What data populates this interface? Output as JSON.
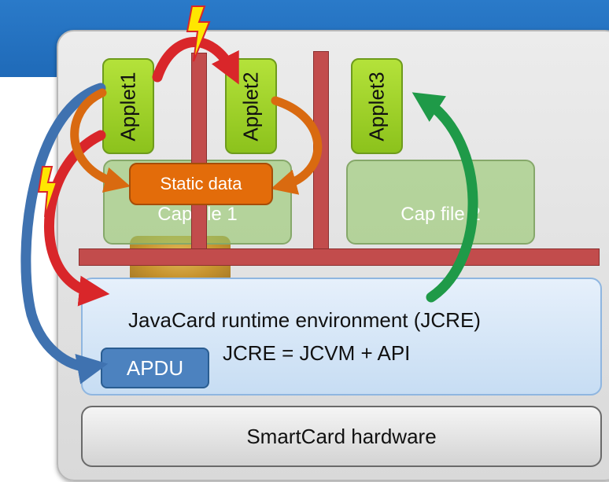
{
  "applets": [
    "Applet1",
    "Applet2",
    "Applet3"
  ],
  "cap_files": [
    "Cap file 1",
    "Cap file 2"
  ],
  "static_data": "Static data",
  "jcre": {
    "title": "JavaCard runtime environment (JCRE)",
    "formula": "JCRE = JCVM + API"
  },
  "apdu": "APDU",
  "hardware": "SmartCard hardware",
  "colors": {
    "banner": "#1f6ab8",
    "applet": "#9bd12a",
    "firewall": "#c24c4c",
    "static_data": "#e36c0a",
    "apdu": "#4c82bf",
    "arrow_red": "#d9262a",
    "arrow_orange": "#d96a10",
    "arrow_blue": "#3f72b0",
    "arrow_green": "#1f9a48",
    "lightning": "#ffe600"
  },
  "icons": [
    "lightning-icon",
    "lightning-icon"
  ]
}
